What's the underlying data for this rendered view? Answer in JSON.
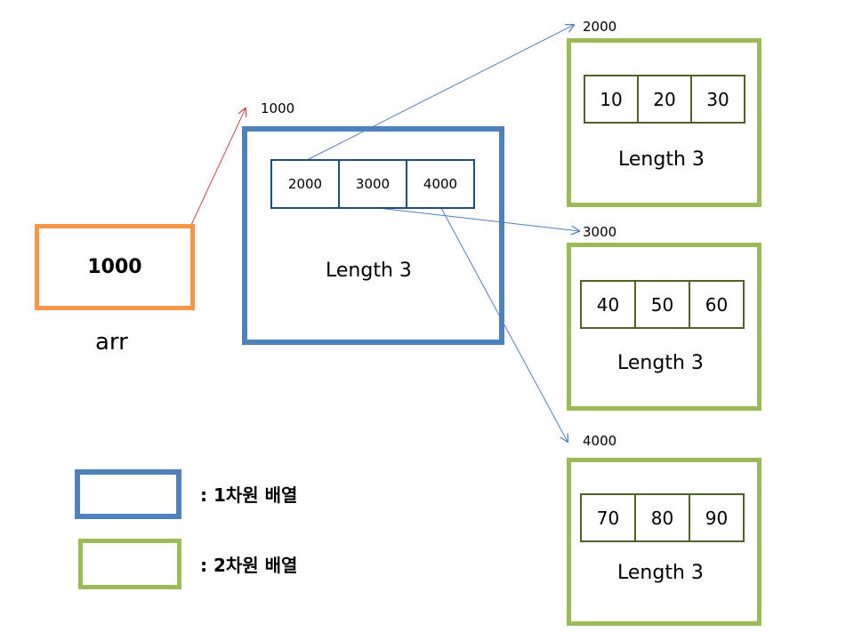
{
  "arr": {
    "value": "1000",
    "label": "arr"
  },
  "outer_array": {
    "address": "1000",
    "cells": [
      "2000",
      "3000",
      "4000"
    ],
    "length_label": "Length 3"
  },
  "inner_arrays": [
    {
      "address": "2000",
      "cells": [
        "10",
        "20",
        "30"
      ],
      "length_label": "Length 3"
    },
    {
      "address": "3000",
      "cells": [
        "40",
        "50",
        "60"
      ],
      "length_label": "Length 3"
    },
    {
      "address": "4000",
      "cells": [
        "70",
        "80",
        "90"
      ],
      "length_label": "Length 3"
    }
  ],
  "legend": {
    "one_d": ": 1차원 배열",
    "two_d": ": 2차원 배열"
  },
  "colors": {
    "arr_box": "#f79646",
    "one_d_box": "#4f81bd",
    "two_d_box": "#9bbb59",
    "arrow_red": "#c0504d",
    "arrow_blue": "#4f81bd"
  }
}
